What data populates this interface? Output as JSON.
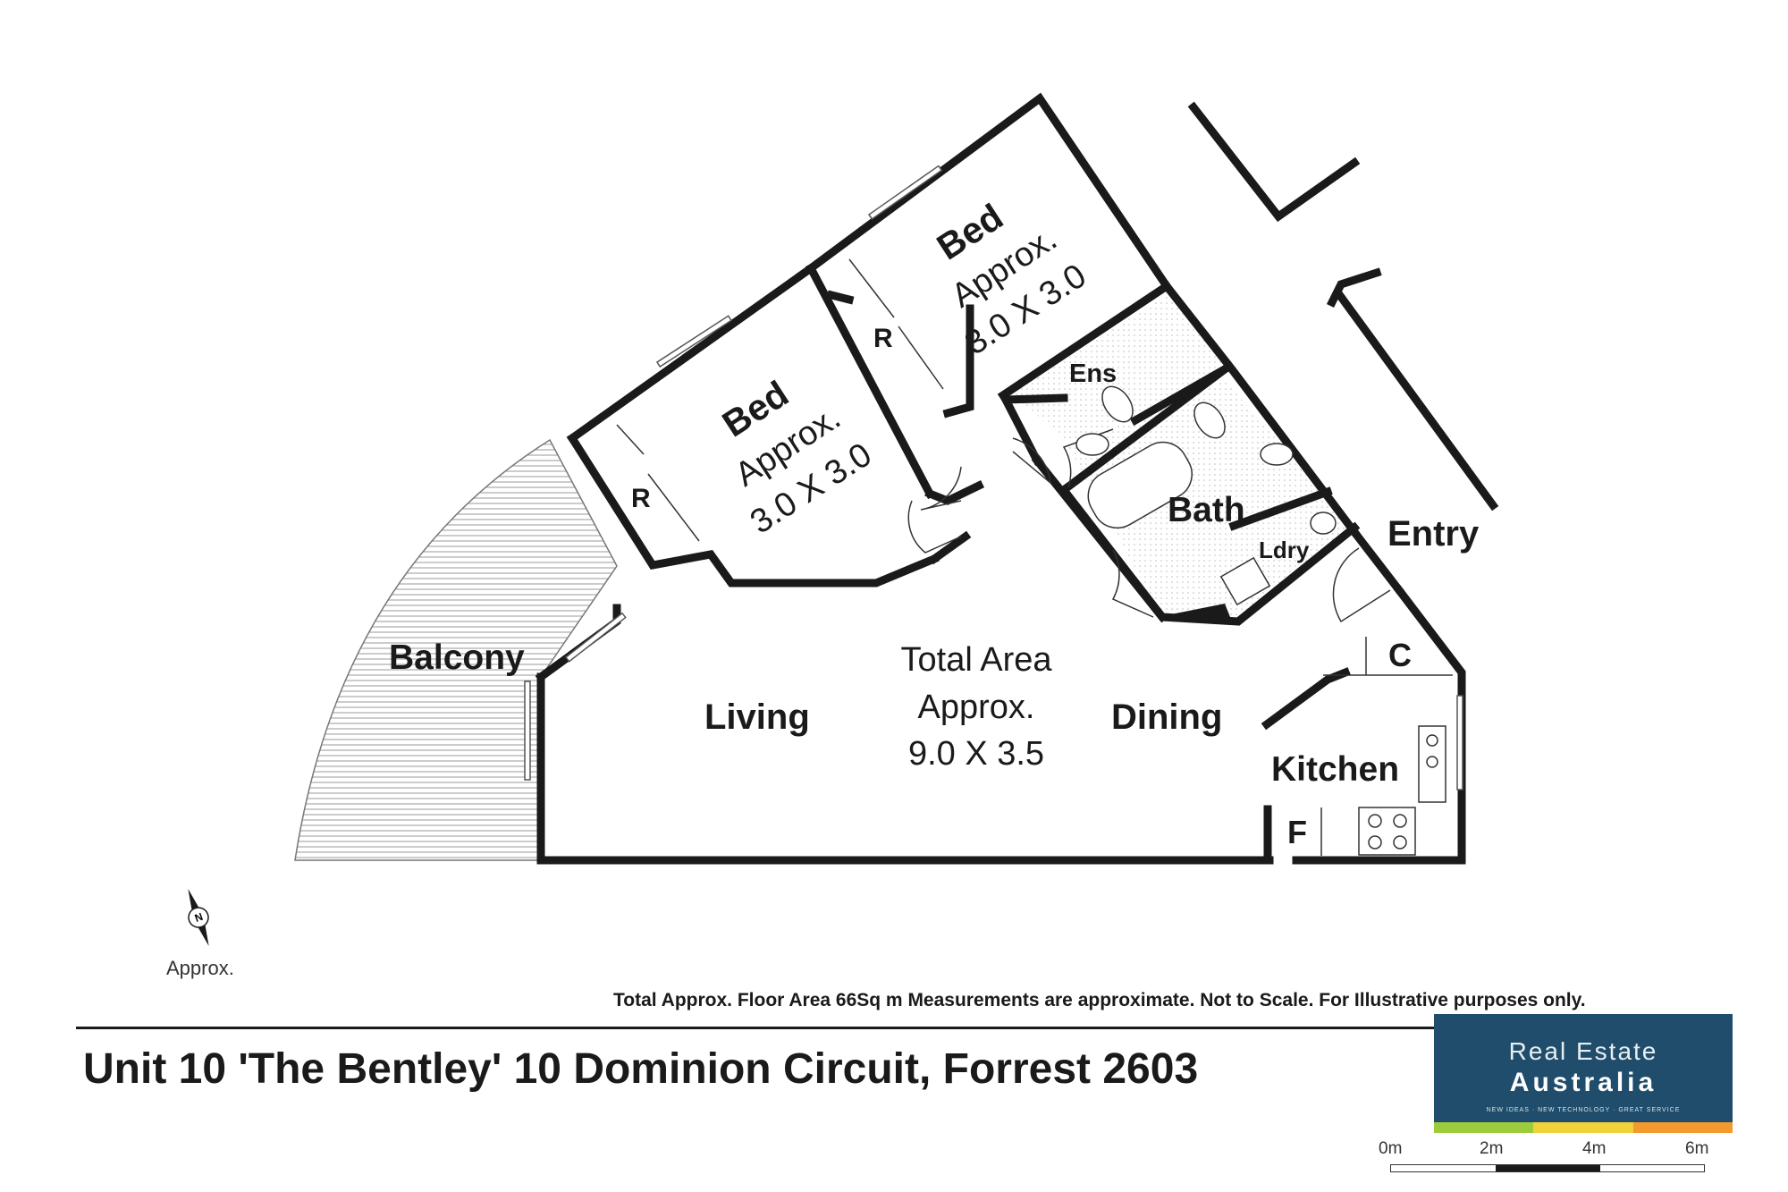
{
  "rooms": {
    "bed1": {
      "name": "Bed",
      "size_line1": "Approx.",
      "size_line2": "3.0 X 3.0"
    },
    "bed2": {
      "name": "Bed",
      "size_line1": "Approx.",
      "size_line2": "3.0 X 3.0"
    },
    "robe1": "R",
    "robe2": "R",
    "ensuite": "Ens",
    "bath": "Bath",
    "laundry": "Ldry",
    "entry": "Entry",
    "balcony": "Balcony",
    "living": "Living",
    "dining": "Dining",
    "total_area": {
      "line1": "Total Area",
      "line2": "Approx.",
      "line3": "9.0 X 3.5"
    },
    "cupboard": "C",
    "kitchen": "Kitchen",
    "fridge": "F"
  },
  "compass": {
    "label": "Approx.",
    "north_letter": "N"
  },
  "disclaimer": "Total Approx. Floor Area 66Sq m Measurements are approximate. Not to Scale. For Illustrative purposes only.",
  "address": "Unit 10 'The Bentley' 10 Dominion Circuit, Forrest 2603",
  "logo": {
    "line1": "Real Estate",
    "line2": "Australia",
    "tagline": "NEW IDEAS · NEW TECHNOLOGY · GREAT SERVICE",
    "stripe_colors": [
      "#9ccc3c",
      "#f2d23a",
      "#f29a2e"
    ],
    "bg_color": "#1f4d6b"
  },
  "scale_bar": {
    "labels": [
      "0m",
      "2m",
      "4m",
      "6m"
    ]
  }
}
